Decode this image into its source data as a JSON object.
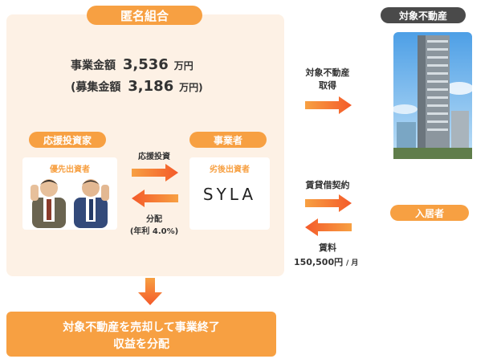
{
  "scheme": {
    "title": "匿名組合",
    "amount_label": "事業金額",
    "amount_value": "3,536",
    "amount_unit": "万円",
    "raise_open": "(募集金額",
    "raise_value": "3,186",
    "raise_close": "万円)"
  },
  "investor": {
    "title": "応援投資家",
    "sub_label": "優先出資者"
  },
  "operator": {
    "title": "事業者",
    "sub_label": "劣後出資者",
    "logo_text": "SYLA"
  },
  "flows": {
    "invest_label": "応援投資",
    "dividend_label": "分配",
    "dividend_rate": "(年利 4.0%)",
    "acquire_line1": "対象不動産",
    "acquire_line2": "取得",
    "lease_label": "賃貸借契約",
    "rent_label": "賃料",
    "rent_value": "150,500円",
    "rent_unit": "/ 月"
  },
  "property": {
    "title": "対象不動産"
  },
  "tenant": {
    "title": "入居者"
  },
  "outcome": {
    "line1": "対象不動産を売却して事業終了",
    "line2": "収益を分配"
  },
  "colors": {
    "accent": "#f7a042",
    "panel": "#fdf1e5",
    "dark_pill": "#4a4a4a"
  }
}
